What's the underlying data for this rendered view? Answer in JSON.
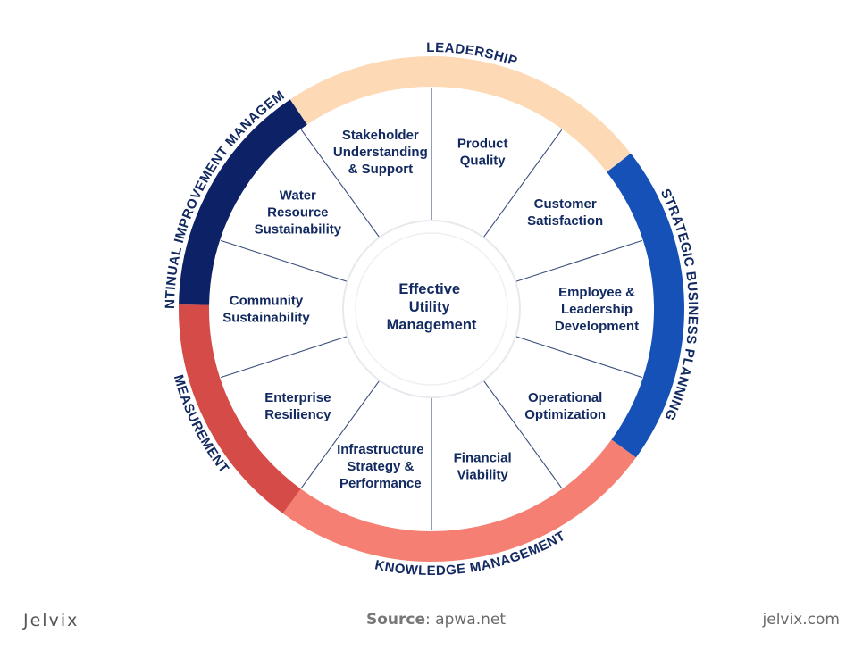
{
  "center": [
    "Effective",
    "Utility",
    "Management"
  ],
  "segments": [
    {
      "lines": [
        "Product",
        "Quality"
      ]
    },
    {
      "lines": [
        "Customer",
        "Satisfaction"
      ]
    },
    {
      "lines": [
        "Employee &",
        "Leadership",
        "Development"
      ]
    },
    {
      "lines": [
        "Operational",
        "Optimization"
      ]
    },
    {
      "lines": [
        "Financial",
        "Viability"
      ]
    },
    {
      "lines": [
        "Infrastructure",
        "Strategy &",
        "Performance"
      ]
    },
    {
      "lines": [
        "Enterprise",
        "Resiliency"
      ]
    },
    {
      "lines": [
        "Community",
        "Sustainability"
      ]
    },
    {
      "lines": [
        "Water",
        "Resource",
        "Sustainability"
      ]
    },
    {
      "lines": [
        "Stakeholder",
        "Understanding",
        "& Support"
      ]
    }
  ],
  "ring": [
    {
      "label": "LEADERSHIP",
      "color": "#fdd9b5"
    },
    {
      "label": "STRATEGIC BUSINESS PLANNING",
      "color": "#1651b8"
    },
    {
      "label": "KNOWLEDGE MANAGEMENT",
      "color": "#f57f72"
    },
    {
      "label": "MEASUREMENT",
      "color": "#d54b48"
    },
    {
      "label": "CONTINUAL IMPROVEMENT MANAGEMENT",
      "color": "#0d2266"
    }
  ],
  "colors": {
    "text": "#132a61",
    "divider": "#3a4f7a",
    "inner_ring": "#e8e9ef"
  },
  "footer": {
    "logo": "Jelvix",
    "source_label": "Source",
    "source_value": ": apwa.net",
    "site": "jelvix.com"
  }
}
